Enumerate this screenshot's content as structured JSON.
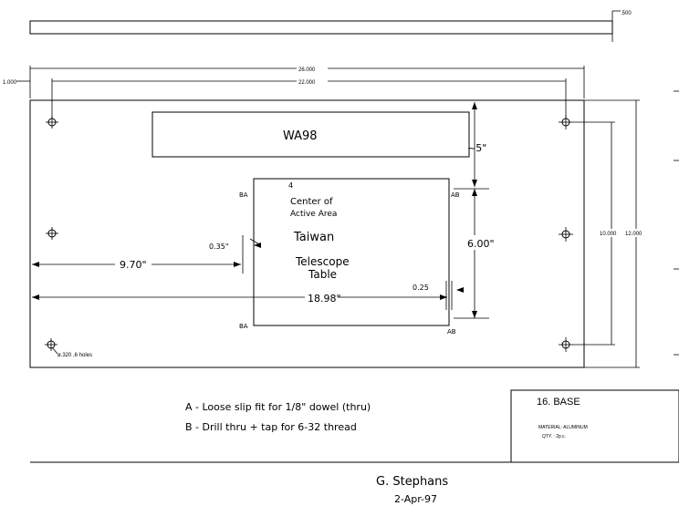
{
  "top_bar": {
    "thickness": ".500"
  },
  "dims": {
    "overall_width": "26.000",
    "hole_span_width": "22.000",
    "left_offset": "1.000",
    "hole_span_height": "10.000",
    "overall_height": "12.000",
    "approx_5": "~5\"",
    "height_6": "6.00\"",
    "left_gap": "0.35\"",
    "right_gap": "0.25",
    "dist_9_70": "9.70\"",
    "dist_18_98": "18.98\""
  },
  "label_plate": {
    "text": "WA98"
  },
  "center_box": {
    "num": "4",
    "line1": "Center of",
    "line2": "Active Area",
    "line3": "Taiwan",
    "line4": "Telescope",
    "line5": "Table"
  },
  "markers": {
    "ba": "BA",
    "ab": "AB"
  },
  "hole_note": "ø.320 ,6 holes",
  "notes": {
    "a": "A - Loose slip fit for 1/8\" dowel (thru)",
    "b": "B - Drill thru + tap for 6-32 thread"
  },
  "title_block": {
    "part": "16. BASE",
    "material": "MATERIAL: ALUMINUM",
    "qty": "QTY. : 2p.c."
  },
  "signature": {
    "name": "G. Stephans",
    "date": "2-Apr-97"
  }
}
